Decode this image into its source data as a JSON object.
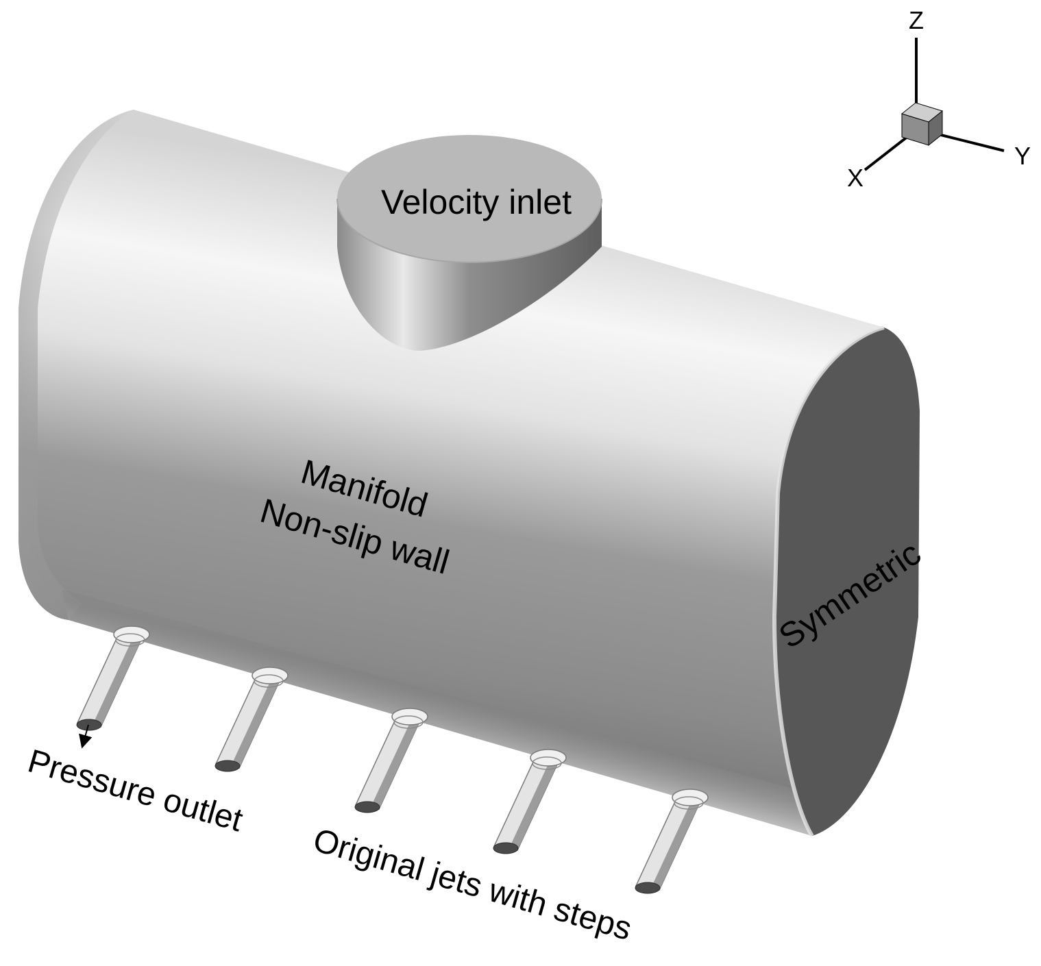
{
  "labels": {
    "velocity_inlet": "Velocity inlet",
    "manifold": "Manifold",
    "non_slip_wall": "Non-slip wall",
    "symmetric": "Symmetric",
    "pressure_outlet": "Pressure outlet",
    "original_jets": "Original jets with steps"
  },
  "axes": {
    "z": "Z",
    "y": "Y",
    "x": "X"
  },
  "jet_count": 5,
  "colors": {
    "body_light": "#f4f4f4",
    "body_mid": "#9c9c9c",
    "body_dark": "#6e6e6e",
    "end_cap": "#565656",
    "inlet_top": "#b8b8b8",
    "text": "#000000"
  }
}
